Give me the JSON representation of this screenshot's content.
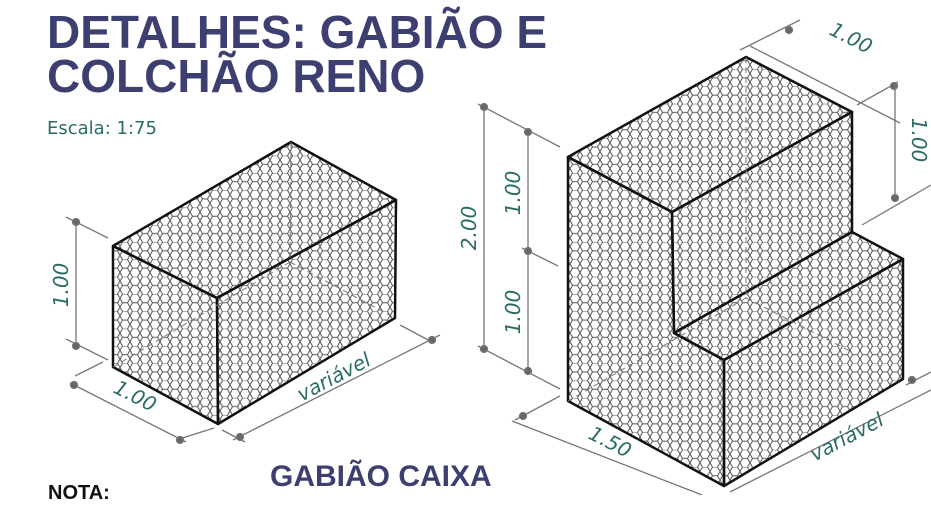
{
  "title_line1": "DETALHES: GABIÃO E",
  "title_line2": "COLCHÃO RENO",
  "scale": "Escala: 1:75",
  "nota": "NOTA:",
  "caption": "GABIÃO CAIXA",
  "dims": {
    "box_height": "1.00",
    "box_width": "1.00",
    "box_length": "variável",
    "top_width": "1.00",
    "top_depth": "1.00",
    "total_height": "2.00",
    "upper_height": "1.00",
    "lower_height": "1.00",
    "base_width": "1.50",
    "stair_length": "variável"
  },
  "colors": {
    "title": "#3d3f70",
    "dimension": "#2a6b66",
    "outline": "#111111",
    "mesh": "#555555"
  }
}
